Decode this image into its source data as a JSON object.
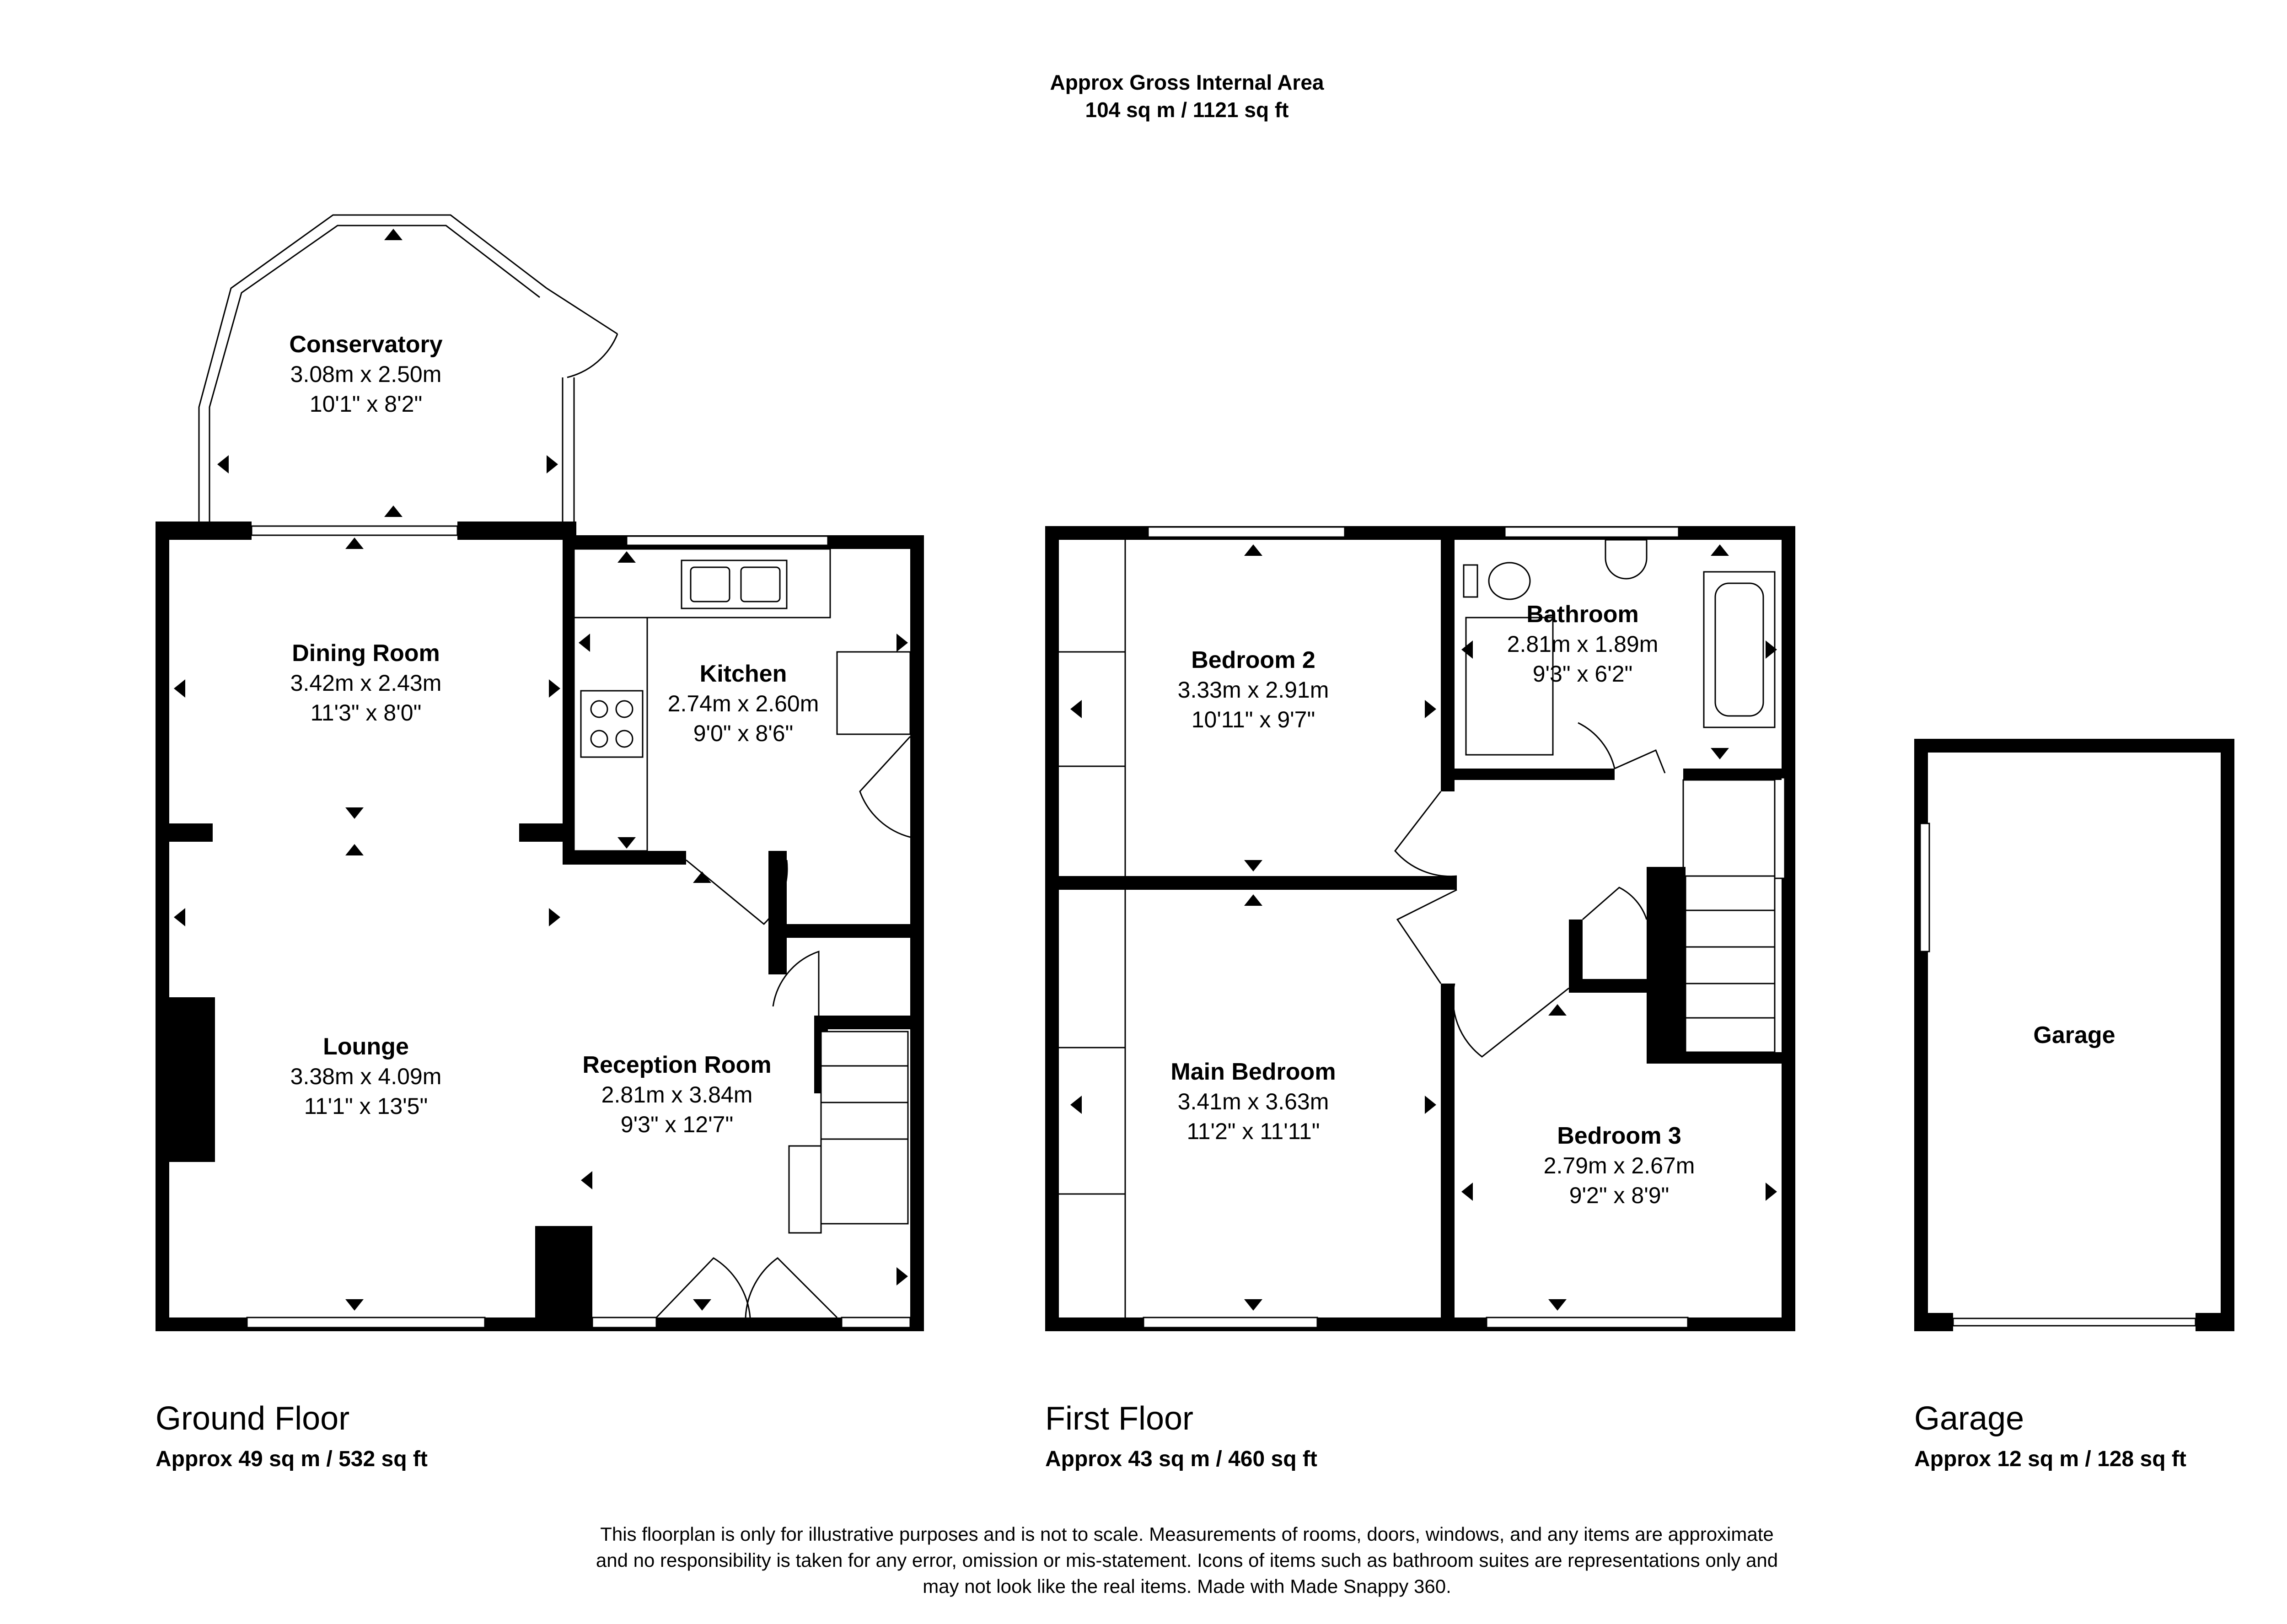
{
  "header": {
    "title": "Approx Gross Internal Area",
    "area": "104 sq m / 1121 sq ft"
  },
  "floors": {
    "ground": {
      "name": "Ground Floor",
      "area": "Approx 49 sq m / 532 sq ft"
    },
    "first": {
      "name": "First Floor",
      "area": "Approx 43 sq m / 460 sq ft"
    },
    "garage": {
      "name": "Garage",
      "area": "Approx 12 sq m / 128 sq ft"
    }
  },
  "rooms": {
    "conservatory": {
      "name": "Conservatory",
      "metric": "3.08m x 2.50m",
      "imperial": "10'1\" x 8'2\""
    },
    "dining": {
      "name": "Dining Room",
      "metric": "3.42m x 2.43m",
      "imperial": "11'3\" x 8'0\""
    },
    "kitchen": {
      "name": "Kitchen",
      "metric": "2.74m x 2.60m",
      "imperial": "9'0\" x 8'6\""
    },
    "lounge": {
      "name": "Lounge",
      "metric": "3.38m x 4.09m",
      "imperial": "11'1\" x 13'5\""
    },
    "reception": {
      "name": "Reception Room",
      "metric": "2.81m x 3.84m",
      "imperial": "9'3\" x 12'7\""
    },
    "bedroom2": {
      "name": "Bedroom 2",
      "metric": "3.33m x 2.91m",
      "imperial": "10'11\" x 9'7\""
    },
    "bathroom": {
      "name": "Bathroom",
      "metric": "2.81m x 1.89m",
      "imperial": "9'3\" x 6'2\""
    },
    "main_bedroom": {
      "name": "Main Bedroom",
      "metric": "3.41m x 3.63m",
      "imperial": "11'2\" x 11'11\""
    },
    "bedroom3": {
      "name": "Bedroom 3",
      "metric": "2.79m x 2.67m",
      "imperial": "9'2\" x 8'9\""
    },
    "garage": {
      "name": "Garage"
    }
  },
  "disclaimer": {
    "line1": "This floorplan is only for illustrative purposes and is not to scale. Measurements of rooms, doors, windows, and any items are approximate",
    "line2": "and no responsibility is taken for any error, omission or mis-statement. Icons of items such as bathroom suites are representations only and",
    "line3": "may not look like the real items. Made with Made Snappy 360."
  }
}
